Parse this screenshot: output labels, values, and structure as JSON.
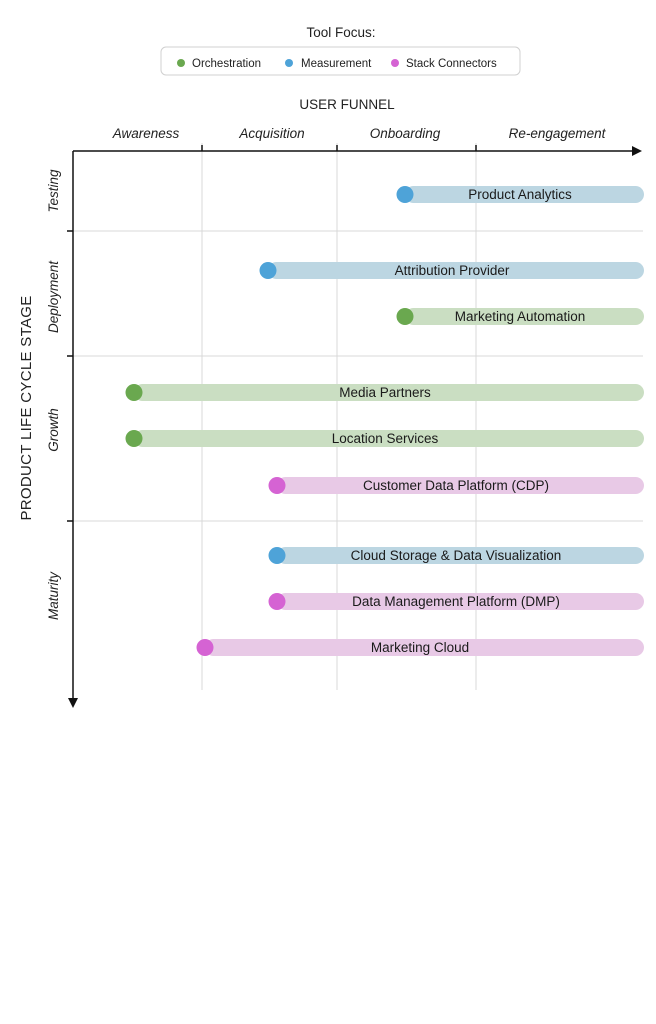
{
  "legend": {
    "title": "Tool Focus:",
    "items": [
      {
        "label": "Orchestration",
        "color": "#6aa84f",
        "icon": "green-dot"
      },
      {
        "label": "Measurement",
        "color": "#4ea3d8",
        "icon": "blue-dot"
      },
      {
        "label": "Stack Connectors",
        "color": "#d563d3",
        "icon": "magenta-dot"
      }
    ]
  },
  "x_axis": {
    "title": "USER FUNNEL",
    "columns": [
      "Awareness",
      "Acquisition",
      "Onboarding",
      "Re-engagement"
    ]
  },
  "y_axis": {
    "title": "PRODUCT LIFE CYCLE STAGE",
    "rows": [
      "Testing",
      "Deployment",
      "Growth",
      "Maturity"
    ]
  },
  "colors": {
    "orchestration_track": "#cadec2",
    "measurement_track": "#bcd6e2",
    "stack_connectors_track": "#e8c9e6",
    "grid": "#d9d9d9",
    "axis": "#111111"
  },
  "bars": [
    {
      "label": "Product Analytics",
      "category": "Measurement",
      "stage": "Testing",
      "start_stage": "Onboarding"
    },
    {
      "label": "Attribution Provider",
      "category": "Measurement",
      "stage": "Deployment",
      "start_stage": "Acquisition"
    },
    {
      "label": "Marketing Automation",
      "category": "Orchestration",
      "stage": "Deployment",
      "start_stage": "Onboarding"
    },
    {
      "label": "Media Partners",
      "category": "Orchestration",
      "stage": "Growth",
      "start_stage": "Awareness"
    },
    {
      "label": "Location Services",
      "category": "Orchestration",
      "stage": "Growth",
      "start_stage": "Awareness"
    },
    {
      "label": "Customer Data Platform (CDP)",
      "category": "Stack Connectors",
      "stage": "Growth",
      "start_stage": "Acquisition"
    },
    {
      "label": "Cloud Storage & Data Visualization",
      "category": "Measurement",
      "stage": "Maturity",
      "start_stage": "Acquisition"
    },
    {
      "label": "Data Management Platform (DMP)",
      "category": "Stack Connectors",
      "stage": "Maturity",
      "start_stage": "Acquisition"
    },
    {
      "label": "Marketing Cloud",
      "category": "Stack Connectors",
      "stage": "Maturity",
      "start_stage": "Awareness"
    }
  ]
}
